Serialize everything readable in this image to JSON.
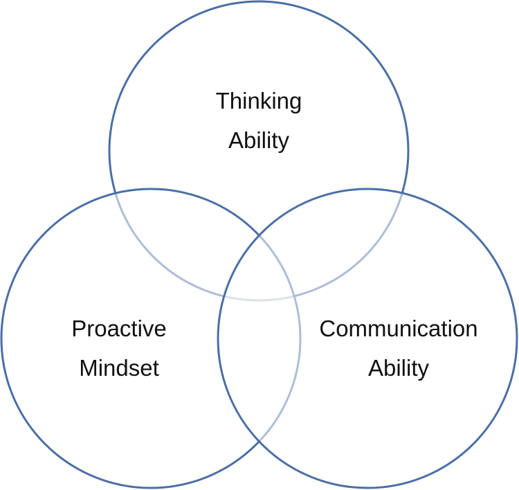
{
  "diagram": {
    "type": "venn",
    "stroke_color": "#4a6ea5",
    "circles": [
      {
        "id": "thinking",
        "line1": "Thinking",
        "line2": "Ability"
      },
      {
        "id": "proactive",
        "line1": "Proactive",
        "line2": "Mindset"
      },
      {
        "id": "communication",
        "line1": "Communication",
        "line2": "Ability"
      }
    ]
  }
}
